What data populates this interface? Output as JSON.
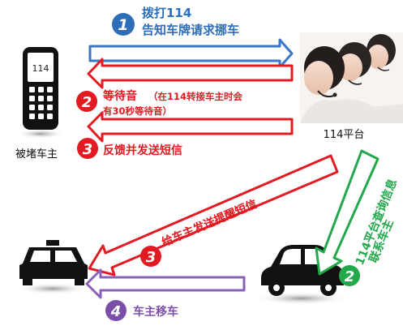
{
  "nodes": {
    "caller_label": "被堵车主",
    "phone_screen": "114",
    "platform_label": "114平台"
  },
  "steps": [
    {
      "num": "1",
      "line1": "拨打114",
      "line2": "告知车牌请求挪车",
      "color": "#2e6db7"
    },
    {
      "num": "2",
      "line1": "等待音",
      "line1_note": "（在114转接车主时会",
      "line2": "有30秒等待音）",
      "color": "#e21a22"
    },
    {
      "num": "3",
      "line1": "反馈并发送短信",
      "color": "#e21a22"
    },
    {
      "num": "2",
      "line1": "114平台查询信息",
      "line2": "联系车主",
      "color": "#23a84b"
    },
    {
      "num": "3",
      "line1": "给车主发送提醒短信",
      "color": "#e21a22"
    },
    {
      "num": "4",
      "line1": "车主移车",
      "color": "#7b4fa8"
    }
  ],
  "colors": {
    "blue": "#2e6db7",
    "red": "#e21a22",
    "green": "#23a84b",
    "purple": "#7b4fa8",
    "dark": "#1a1a1a"
  }
}
